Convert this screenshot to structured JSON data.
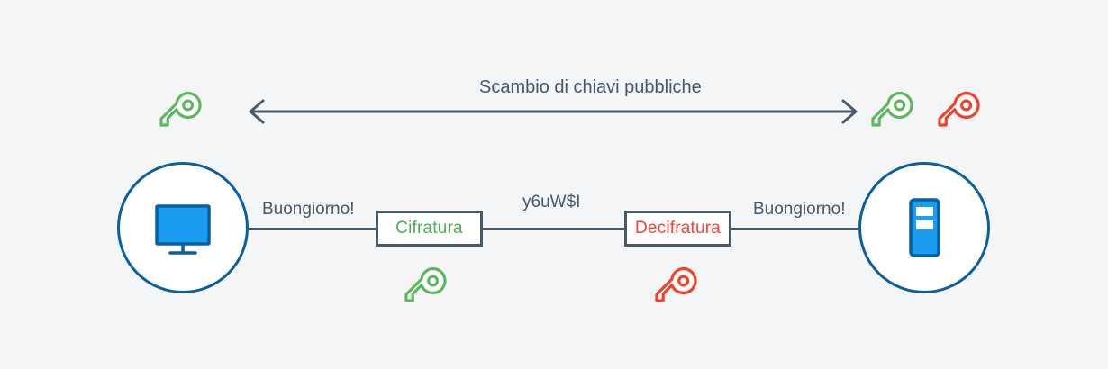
{
  "diagram": {
    "title_text": "Scambio di chiavi pubbliche",
    "background_color": "#f4f5f7",
    "nodes": {
      "client": {
        "icon": "monitor-icon",
        "accent_color": "#0a5fa0",
        "fill_color": "#1a9cf0"
      },
      "server": {
        "icon": "server-icon",
        "accent_color": "#0a5fa0",
        "fill_color": "#1a9cf0"
      }
    },
    "messages": {
      "plaintext_left": "Buongiorno!",
      "ciphertext": "y6uW$I",
      "plaintext_right": "Buongiorno!"
    },
    "processes": {
      "encrypt_label": "Cifratura",
      "encrypt_color": "#4caf50",
      "decrypt_label": "Decifratura",
      "decrypt_color": "#f44336"
    },
    "keys": {
      "client_public": {
        "name": "key-icon",
        "color": "#5cb85c"
      },
      "server_public": {
        "name": "key-icon",
        "color": "#5cb85c"
      },
      "server_private": {
        "name": "key-icon",
        "color": "#f4402a"
      },
      "encrypt_key": {
        "name": "key-icon",
        "color": "#5cb85c"
      },
      "decrypt_key": {
        "name": "key-icon",
        "color": "#f4402a"
      }
    },
    "arrow": {
      "name": "double-headed-arrow",
      "color": "#4a5a68",
      "direction": "bidirectional"
    },
    "wire_color": "#4a5a68"
  }
}
